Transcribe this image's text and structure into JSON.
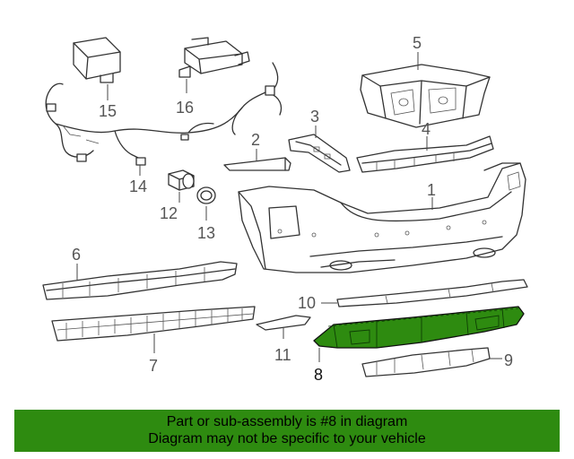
{
  "diagram": {
    "highlight_color": "#2e8b10",
    "highlighted_part": "8",
    "callouts": [
      "1",
      "2",
      "3",
      "4",
      "5",
      "6",
      "7",
      "8",
      "9",
      "10",
      "11",
      "12",
      "13",
      "14",
      "15",
      "16"
    ]
  },
  "banner": {
    "line1": "Part or sub-assembly is #8 in diagram",
    "line2": "Diagram may not be specific to your vehicle",
    "background": "#2e8b10"
  }
}
